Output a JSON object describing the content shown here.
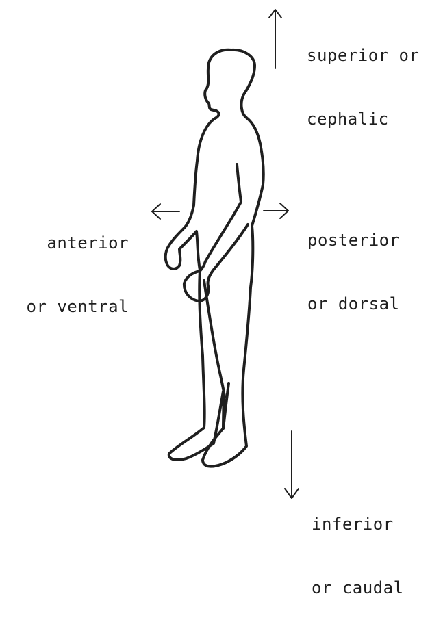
{
  "labels": {
    "superior": {
      "line1": "superior or",
      "line2": "cephalic"
    },
    "anterior": {
      "line1": "anterior",
      "line2": "or ventral"
    },
    "posterior": {
      "line1": "posterior",
      "line2": "or dorsal"
    },
    "inferior": {
      "line1": "inferior",
      "line2": "or caudal"
    }
  },
  "colors": {
    "ink": "#1f1f1f",
    "background": "#ffffff"
  },
  "icons": {
    "up": "arrow-up-icon",
    "left": "arrow-left-icon",
    "right": "arrow-right-icon",
    "down": "arrow-down-icon"
  }
}
